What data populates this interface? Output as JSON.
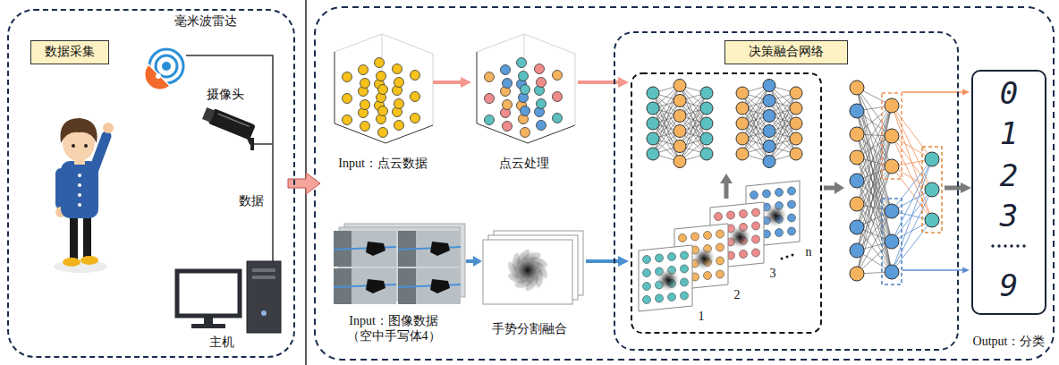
{
  "diagram": {
    "nodes": [
      {
        "text": [
          "数据采集"
        ]
      },
      {
        "text": [
          "决策融合网络"
        ]
      },
      {
        "text": [
          "0",
          "1",
          "2",
          "3",
          "9"
        ]
      }
    ],
    "edges": [
      {
        "from": 1,
        "to": 2,
        "arrow": "to"
      }
    ],
    "labels": [
      "毫米波雷达",
      "摄像头",
      "数据",
      "主机",
      "Input：点云数据",
      "点云处理",
      "Input：图像数据 （空中手写体4）",
      "手势分割融合",
      "1",
      "2",
      "3",
      "n",
      "Output：分类"
    ]
  }
}
